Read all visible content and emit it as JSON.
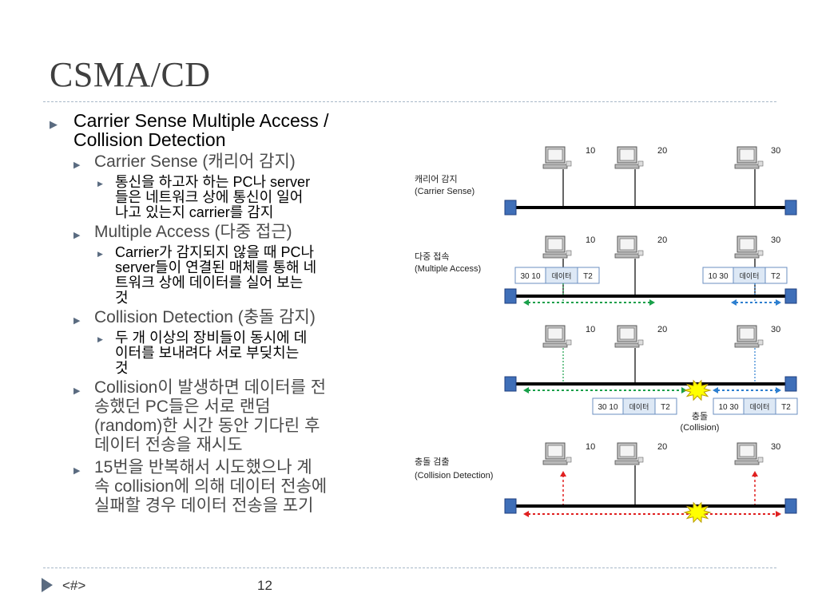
{
  "title": "CSMA/CD",
  "bullets": [
    {
      "level": 1,
      "lines": [
        "Carrier Sense Multiple Access /",
        "Collision Detection"
      ]
    },
    {
      "level": 2,
      "lines": [
        "Carrier Sense (캐리어 감지)"
      ]
    },
    {
      "level": 3,
      "lines": [
        "통신을 하고자 하는 PC나 server",
        "들은 네트워크 상에 통신이 일어",
        "나고 있는지 carrier를 감지"
      ]
    },
    {
      "level": 2,
      "lines": [
        "Multiple Access (다중 접근)"
      ]
    },
    {
      "level": 3,
      "lines": [
        "Carrier가 감지되지 않을 때 PC나",
        "server들이 연결된 매체를 통해 네",
        "트워크 상에 데이터를 실어 보는",
        "것"
      ]
    },
    {
      "level": 2,
      "lines": [
        "Collision Detection (충돌 감지)"
      ]
    },
    {
      "level": 3,
      "lines": [
        "두 개 이상의 장비들이 동시에 데",
        "이터를 보내려다 서로 부딪치는",
        "것"
      ]
    },
    {
      "level": 2,
      "lines": [
        "Collision이 발생하면 데이터를 전",
        "송했던 PC들은 서로 랜덤",
        "(random)한 시간 동안 기다린 후",
        "데이터 전송을 재시도"
      ]
    },
    {
      "level": 2,
      "lines": [
        "15번을 반복해서 시도했으나 계",
        "속 collision에 의해 데이터 전송에",
        "실패할 경우 데이터 전송을 포기"
      ]
    }
  ],
  "diagram": {
    "panels": [
      {
        "label_ko": "캐리어 감지",
        "label_en": "(Carrier Sense)",
        "hosts": [
          "10",
          "20",
          "30"
        ]
      },
      {
        "label_ko": "다중 접속",
        "label_en": "(Multiple Access)",
        "hosts": [
          "10",
          "20",
          "30"
        ],
        "frames": [
          {
            "addr": "30 10",
            "data": "데이터",
            "tail": "T2"
          },
          {
            "addr": "10 30",
            "data": "데이터",
            "tail": "T2"
          }
        ]
      },
      {
        "hosts": [
          "10",
          "20",
          "30"
        ],
        "frames": [
          {
            "addr": "30 10",
            "data": "데이터",
            "tail": "T2"
          },
          {
            "addr": "10 30",
            "data": "데이터",
            "tail": "T2"
          }
        ],
        "collision_ko": "충돌",
        "collision_en": "(Collision)"
      },
      {
        "label_ko": "충돌 검출",
        "label_en": "(Collision Detection)",
        "hosts": [
          "10",
          "20",
          "30"
        ]
      }
    ],
    "colors": {
      "bus": "#000000",
      "terminator": "#3f6fb8",
      "frame_fill": "#dde8f5",
      "frame_border": "#6b8fc0",
      "green_arrow": "#19a04a",
      "blue_arrow": "#2d7fd0",
      "red_arrow": "#e02020",
      "burst": "#ffff00"
    }
  },
  "footer": {
    "left": "<#>",
    "page": "12"
  }
}
